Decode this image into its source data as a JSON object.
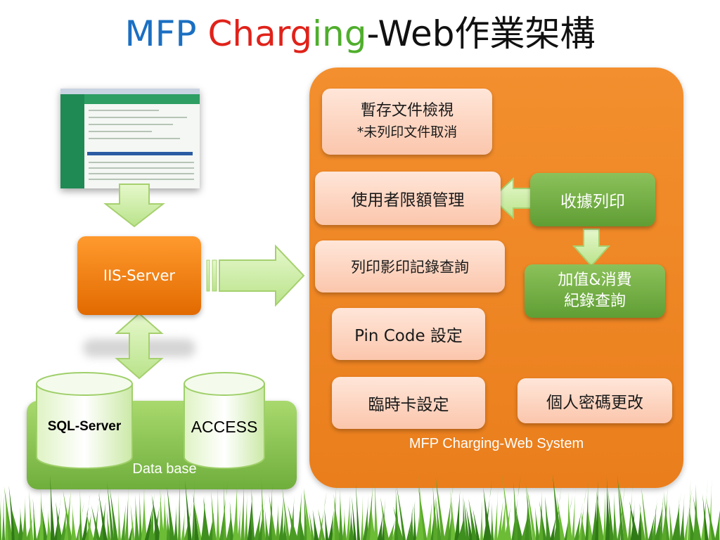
{
  "title": {
    "part_mfp": "MFP",
    "part_charg": "Charg",
    "part_ing": "ing",
    "part_rest": "-Web作業架構"
  },
  "iis_server": "IIS-Server",
  "database": {
    "label": "Data base",
    "sql_server": "SQL-Server",
    "access": "ACCESS"
  },
  "system": {
    "label": "MFP Charging-Web System",
    "temp_doc_view": "暫存文件檢視",
    "temp_doc_cancel": "*未列印文件取消",
    "quota_mgmt": "使用者限額管理",
    "print_copy_record": "列印影印記錄查詢",
    "pin_code": "Pin Code 設定",
    "temp_card": "臨時卡設定",
    "change_password": "個人密碼更改",
    "receipt_print": "收據列印",
    "topup_line1": "加值&消費",
    "topup_line2": "紀錄查詢"
  },
  "colors": {
    "title_blue": "#1a6fc2",
    "title_red": "#e0221a",
    "title_green": "#4fae2c",
    "orange": "#ea7e1c",
    "green": "#6fae3c",
    "arrow_green": "#c9ec9a"
  }
}
